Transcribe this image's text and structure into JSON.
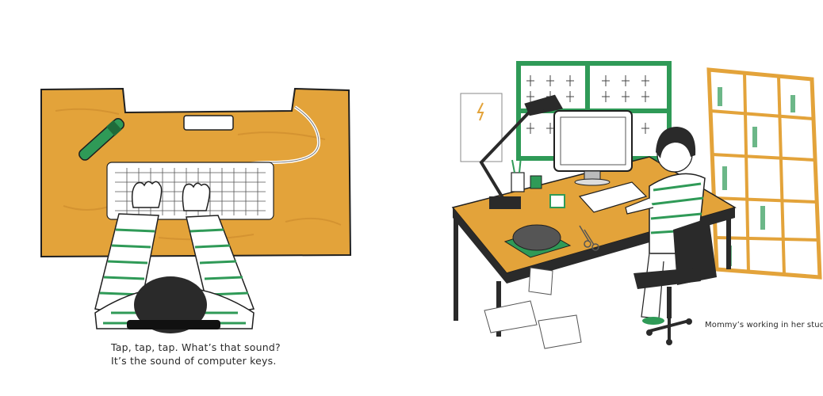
{
  "left_page": {
    "caption_line1": "Tap, tap, tap. What’s that sound?",
    "caption_line2": "It’s the sound of computer keys."
  },
  "right_page": {
    "caption": "Mommy’s working in her study."
  },
  "colors": {
    "desk": "#e3a33a",
    "stripe_green": "#2f9a57",
    "ink": "#1f1f1f",
    "hair": "#2a2a2a"
  }
}
